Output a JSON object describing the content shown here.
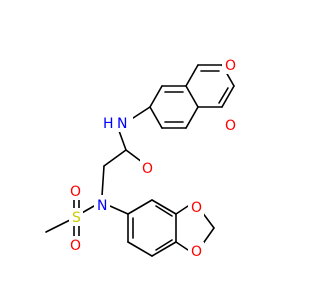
{
  "molecule": {
    "atoms": [
      {
        "id": "N1",
        "text": "N",
        "sub": "",
        "color": "#0000ff"
      },
      {
        "id": "H1",
        "text": "H",
        "sub": "",
        "color": "#0000ff"
      },
      {
        "id": "O1",
        "text": "O",
        "sub": "",
        "color": "#ff0000"
      },
      {
        "id": "N2",
        "text": "N",
        "sub": "",
        "color": "#0000ff"
      },
      {
        "id": "S1",
        "text": "S",
        "sub": "",
        "color": "#cccc00"
      },
      {
        "id": "O2",
        "text": "O",
        "sub": "",
        "color": "#ff0000"
      },
      {
        "id": "O3",
        "text": "O",
        "sub": "",
        "color": "#ff0000"
      },
      {
        "id": "O4",
        "text": "O",
        "sub": "",
        "color": "#ff0000"
      },
      {
        "id": "O5",
        "text": "O",
        "sub": "",
        "color": "#ff0000"
      },
      {
        "id": "O6",
        "text": "O",
        "sub": "",
        "color": "#ff0000"
      },
      {
        "id": "O7",
        "text": "O",
        "sub": "",
        "color": "#ff0000"
      }
    ]
  }
}
